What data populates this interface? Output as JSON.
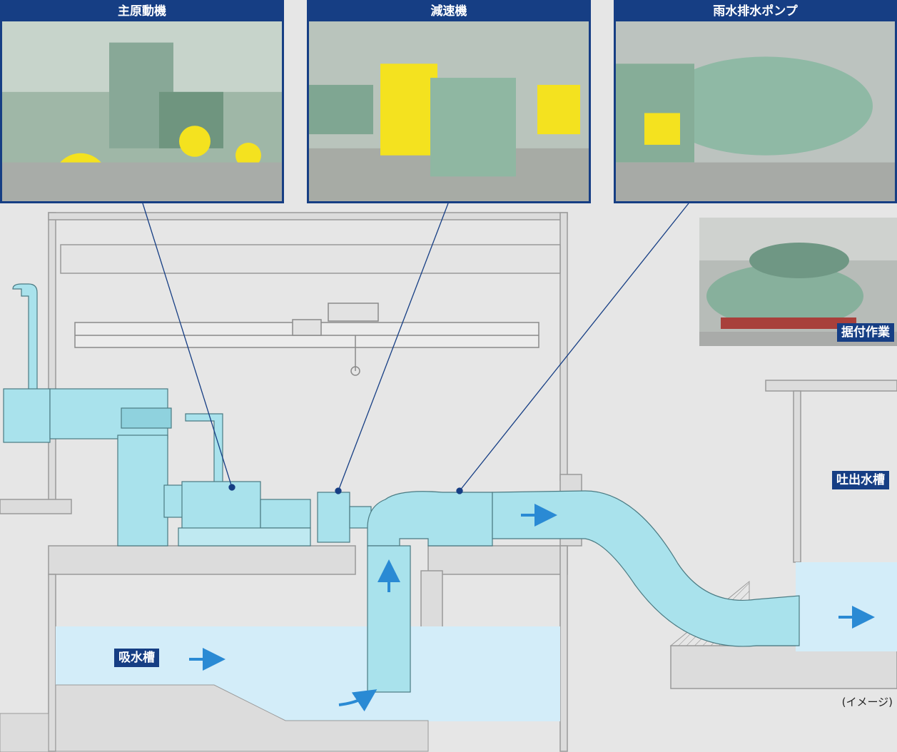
{
  "photos": {
    "engine": {
      "title": "主原動機"
    },
    "reducer": {
      "title": "減速機"
    },
    "pump": {
      "title": "雨水排水ポンプ"
    },
    "install": {
      "tag": "据付作業"
    }
  },
  "labels": {
    "intake_tank": "吸水槽",
    "discharge_tank": "吐出水槽",
    "image_note": "(イメージ)"
  },
  "colors": {
    "frame_blue": "#163e84",
    "water": "#d3edf9",
    "pipe": "#a9e2ec",
    "flow_arrow": "#2a8ad4",
    "structure": "#d9d9d9"
  }
}
